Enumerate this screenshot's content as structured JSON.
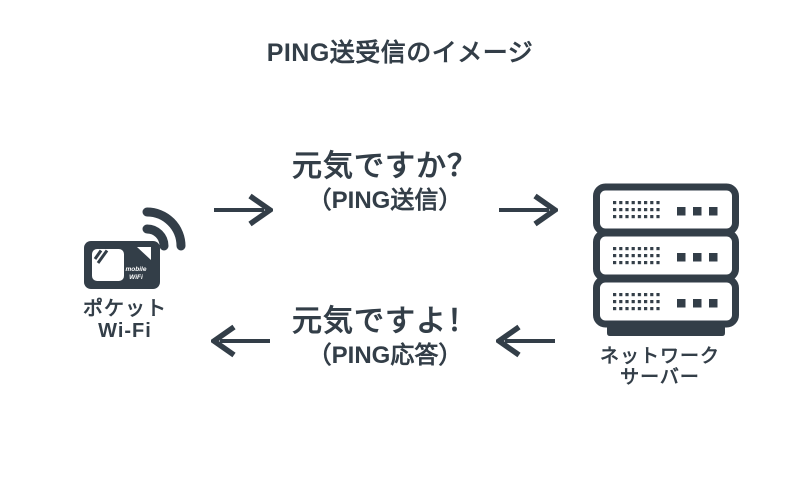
{
  "diagram": {
    "title": "PING送受信のイメージ",
    "colors": {
      "ink": "#333e48",
      "background": "#ffffff"
    },
    "left_node": {
      "name": "pocket-wifi",
      "label_line1": "ポケット",
      "label_line2": "Wi-Fi",
      "device_label_line1": "mobile",
      "device_label_line2": "WiFi"
    },
    "right_node": {
      "name": "network-server",
      "label_line1": "ネットワーク",
      "label_line2": "サーバー"
    },
    "request_message": {
      "line1": "元気ですか？",
      "line2": "（PING送信）",
      "direction": "right"
    },
    "response_message": {
      "line1": "元気ですよ！",
      "line2": "（PING応答）",
      "direction": "left"
    }
  }
}
